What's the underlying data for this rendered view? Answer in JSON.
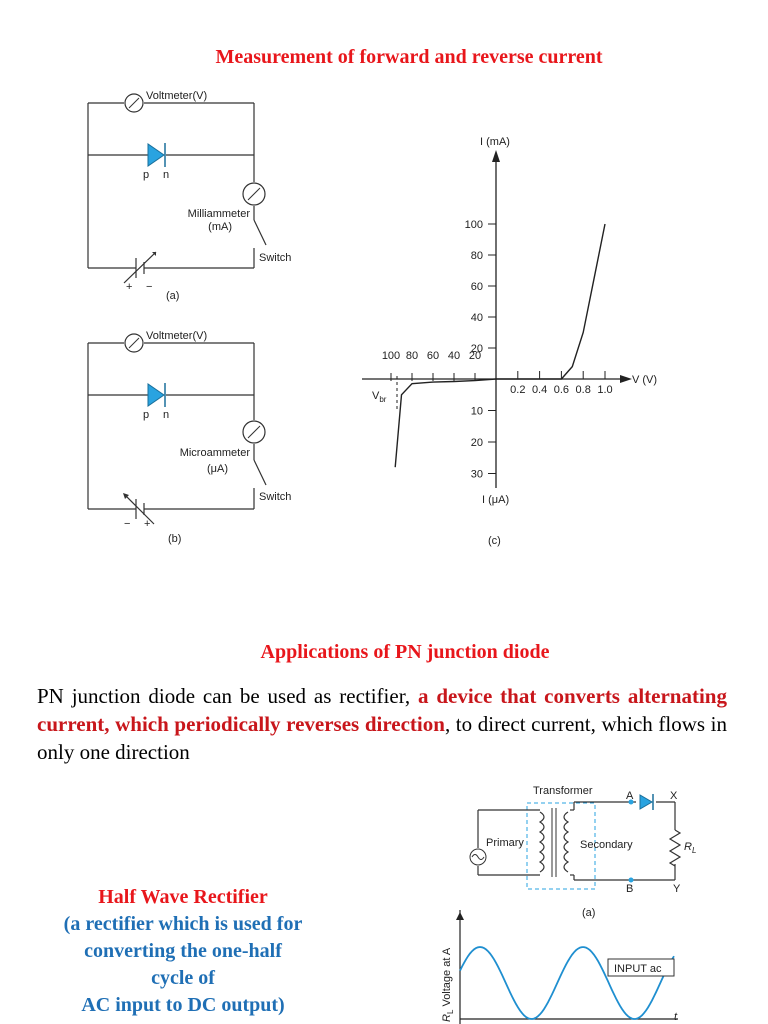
{
  "heading_top": "Measurement of forward and reverse current",
  "circuit_a": {
    "voltmeter": "Voltmeter(V)",
    "p": "p",
    "n": "n",
    "meter": "Milliammeter",
    "meter_unit": "(mA)",
    "switch": "Switch",
    "plus": "+",
    "minus": "−",
    "caption": "(a)"
  },
  "circuit_b": {
    "voltmeter": "Voltmeter(V)",
    "p": "p",
    "n": "n",
    "meter": "Microammeter",
    "meter_unit": "(μA)",
    "switch": "Switch",
    "minus": "−",
    "plus": "+",
    "caption": "(b)"
  },
  "chart_data": {
    "type": "line",
    "y_forward_label": "I (mA)",
    "y_reverse_label": "I (μA)",
    "x_label": "V (V)",
    "forward_y_ticks": [
      20,
      40,
      60,
      80,
      100
    ],
    "reverse_y_ticks": [
      10,
      20,
      30
    ],
    "forward_x_ticks": [
      0.2,
      0.4,
      0.6,
      0.8,
      1.0
    ],
    "reverse_x_ticks": [
      100,
      80,
      60,
      40,
      20
    ],
    "breakdown_label": "V",
    "breakdown_sub": "br",
    "caption": "(c)",
    "forward_curve": {
      "x": [
        0,
        0.6,
        0.7,
        0.8,
        0.9,
        1.0
      ],
      "y": [
        0,
        0,
        8,
        30,
        65,
        100
      ]
    },
    "reverse_curve": {
      "x": [
        0,
        20,
        40,
        60,
        80,
        90,
        96
      ],
      "y": [
        0,
        0.5,
        0.8,
        1,
        1.5,
        5,
        28
      ]
    }
  },
  "heading_apps": "Applications of PN junction diode",
  "paragraph": {
    "part1": "PN junction diode can be used as rectifier, ",
    "highlight": "a device that converts alternating current, which periodically reverses direction",
    "part2": ", to direct current, which flows in only one direction"
  },
  "half_wave": {
    "title": "Half Wave Rectifier",
    "line1": "(a rectifier which is used for",
    "line2": "converting the one-half",
    "line3": "cycle of",
    "line4": "AC input to DC output)"
  },
  "rectifier_circuit": {
    "transformer": "Transformer",
    "primary": "Primary",
    "secondary": "Secondary",
    "a": "A",
    "b": "B",
    "x": "X",
    "y": "Y",
    "rl": "R",
    "rl_sub": "L",
    "caption": "(a)"
  },
  "waveform": {
    "ylabel": "R",
    "ylabel_sub": "L",
    "ylabel_rest": " Voltage at A",
    "legend": "INPUT ac",
    "t": "t"
  },
  "colors": {
    "heading": "#e8161b",
    "highlight": "#c8161b",
    "blue": "#1f6fb5",
    "diode": "#29a3e0"
  }
}
